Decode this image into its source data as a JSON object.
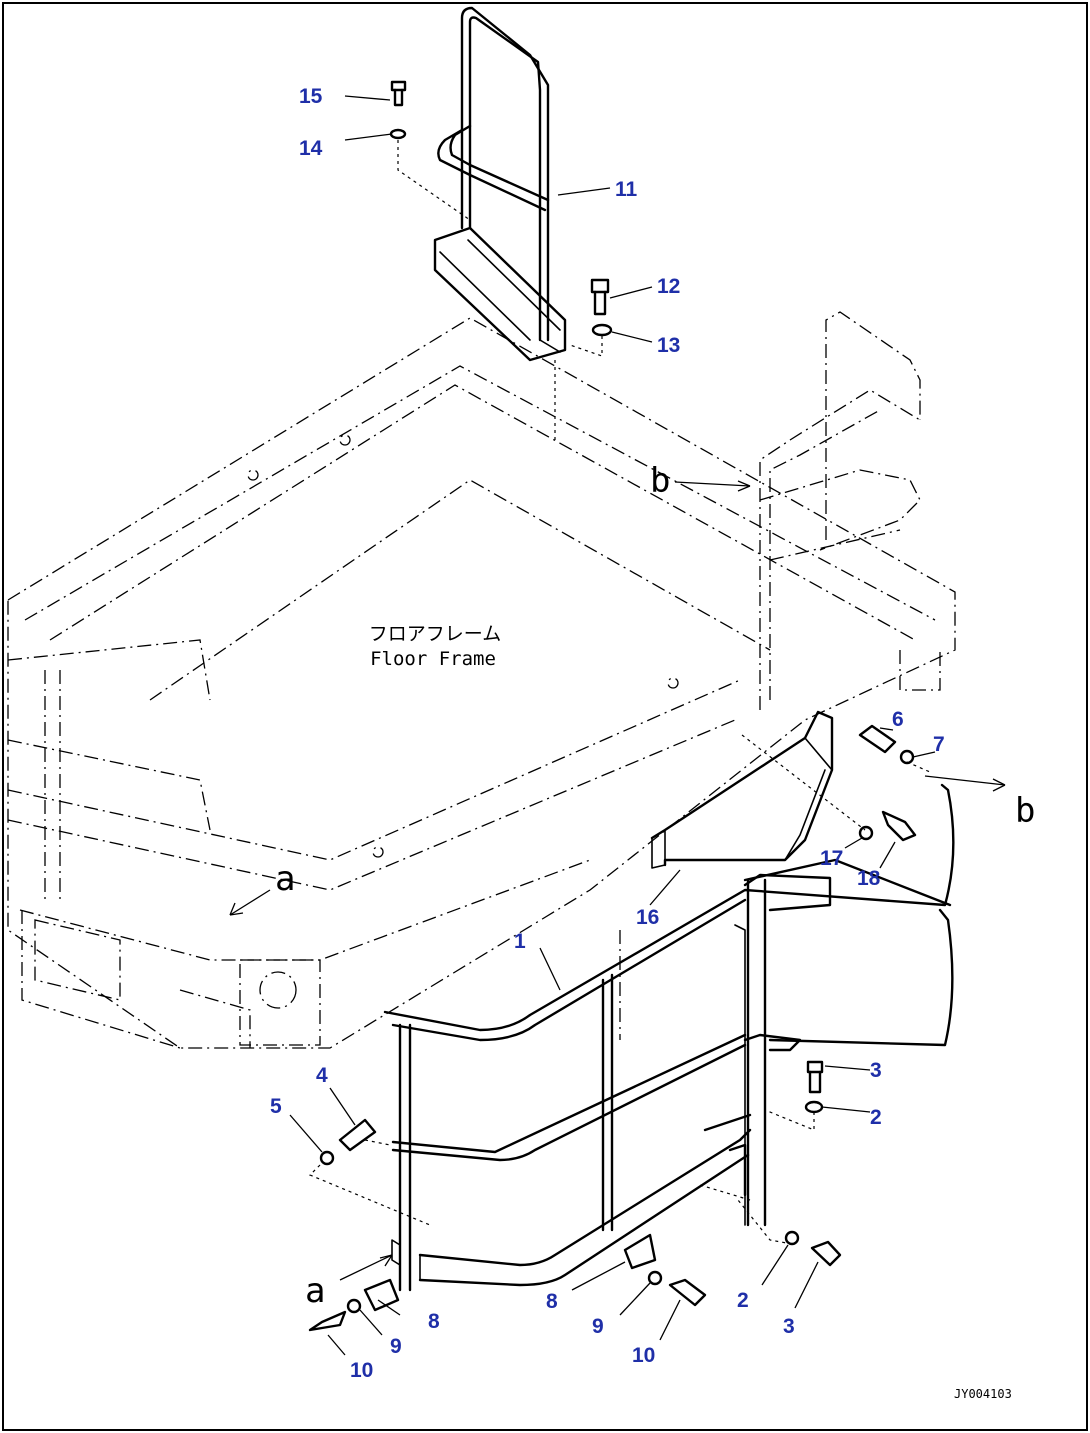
{
  "frame_label": {
    "jp": "フロアフレーム",
    "en": "Floor Frame"
  },
  "view_refs": {
    "a": "a",
    "b": "b"
  },
  "drawing_code": "JY004103",
  "part_numbers": [
    "1",
    "2",
    "3",
    "4",
    "5",
    "6",
    "7",
    "8",
    "9",
    "10",
    "11",
    "12",
    "13",
    "14",
    "15",
    "16",
    "17",
    "18"
  ]
}
